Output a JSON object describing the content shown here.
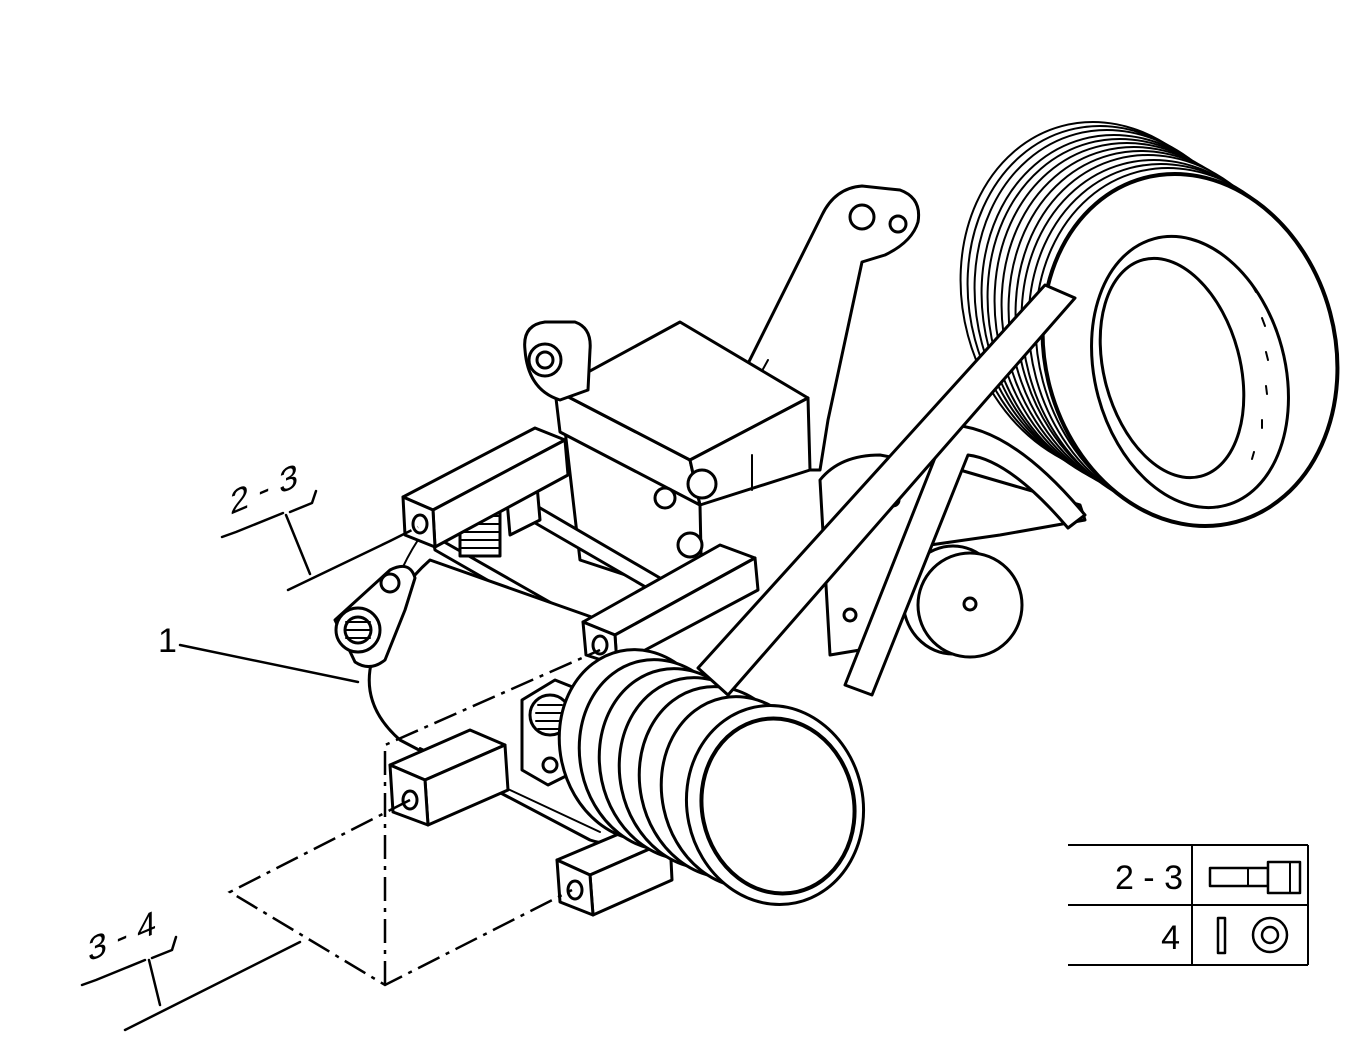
{
  "callouts": {
    "part_1": "1",
    "parts_2_3": "2 - 3",
    "parts_3_4": "3 - 4"
  },
  "legend": {
    "rows": [
      {
        "label": "2 - 3",
        "icon": "bolt-icon"
      },
      {
        "label": "4",
        "icon": "washer-icon"
      }
    ]
  },
  "colors": {
    "line": "#000000",
    "background": "#ffffff"
  }
}
